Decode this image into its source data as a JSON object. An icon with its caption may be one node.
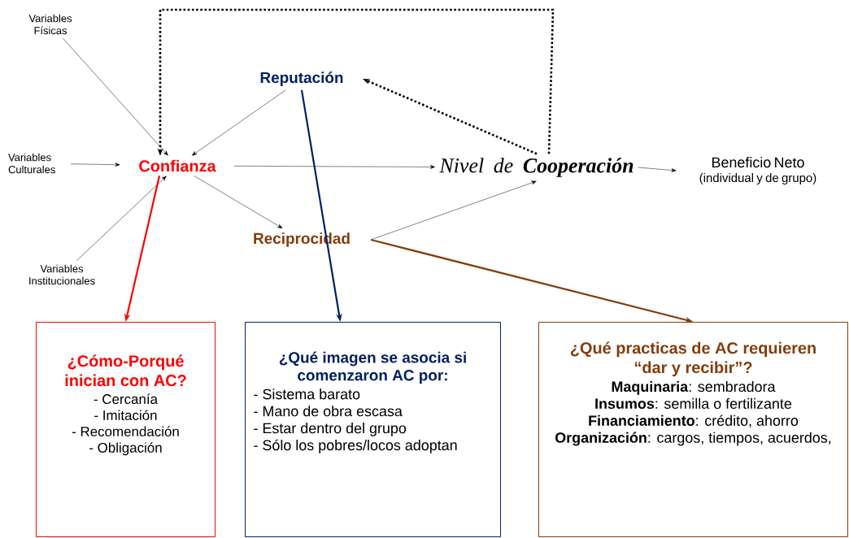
{
  "diagram": {
    "nodes": [
      {
        "text": [
          "Variables Físicas"
        ]
      },
      {
        "text": [
          "Variables Culturales"
        ]
      },
      {
        "text": [
          "Variables Institucionales"
        ]
      },
      {
        "text": [
          "Confianza"
        ]
      },
      {
        "text": [
          "Reputación"
        ]
      },
      {
        "text": [
          "Reciprocidad"
        ]
      },
      {
        "text": [
          "Nivel de **Cooperación**"
        ]
      },
      {
        "text": [
          "Beneficio Neto",
          "(individual y de grupo)"
        ]
      },
      {
        "text": [
          "¿Cómo-Porqué inician con AC?",
          "- Cercanía",
          "- Imitación",
          "- Recomendación",
          "- Obligación"
        ]
      },
      {
        "text": [
          "¿Qué imagen se asocia si comenzaron AC por:",
          "- Sistema barato",
          "- Mano de obra escasa",
          "- Estar dentro del grupo",
          "- Sólo los pobres/locos adoptan"
        ]
      },
      {
        "text": [
          "¿Qué practicas de AC requieren “dar y recibir”?",
          "**Maquinaria**: sembradora",
          "**Insumos**: semilla o fertilizante",
          "**Financiamiento**: crédito, ahorro",
          "**Organización**: cargos, tiempos, acuerdos,"
        ]
      }
    ],
    "edges": [
      {
        "from": 0,
        "to": 3,
        "arrow": "to"
      },
      {
        "from": 1,
        "to": 3,
        "arrow": "to"
      },
      {
        "from": 2,
        "to": 3,
        "arrow": "to"
      },
      {
        "from": 4,
        "to": 3,
        "arrow": "to"
      },
      {
        "from": 3,
        "to": 6,
        "arrow": "to"
      },
      {
        "from": 3,
        "to": 5,
        "arrow": "to"
      },
      {
        "from": 5,
        "to": 6,
        "arrow": "to"
      },
      {
        "from": 6,
        "to": 7,
        "arrow": "to"
      },
      {
        "from": 6,
        "to": 4,
        "arrow": "to",
        "style": "dashed"
      },
      {
        "from": 6,
        "to": 3,
        "arrow": "to",
        "style": "dashed"
      },
      {
        "from": 3,
        "to": 8,
        "arrow": "to",
        "style": "thick",
        "color": "#ff0000"
      },
      {
        "from": 4,
        "to": 9,
        "arrow": "to",
        "style": "thick",
        "color": "#002060"
      },
      {
        "from": 5,
        "to": 10,
        "arrow": "to",
        "style": "thick",
        "color": "#843c0c"
      }
    ]
  }
}
